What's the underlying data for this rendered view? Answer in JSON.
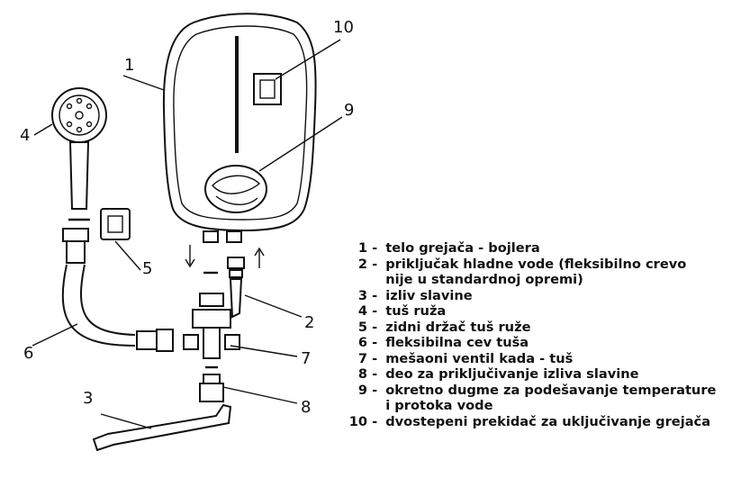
{
  "callouts": [
    "1",
    "2",
    "3",
    "4",
    "5",
    "6",
    "7",
    "8",
    "9",
    "10"
  ],
  "legend": [
    {
      "num": "1",
      "sep": " - ",
      "text": "telo grejača - bojlera"
    },
    {
      "num": "2",
      "sep": " - ",
      "text": "priključak hladne vode (fleksibilno crevo\nnije u standardnoj opremi)"
    },
    {
      "num": "3",
      "sep": " - ",
      "text": "izliv slavine"
    },
    {
      "num": "4",
      "sep": " - ",
      "text": "tuš ruža"
    },
    {
      "num": "5",
      "sep": " - ",
      "text": "zidni držač tuš ruže"
    },
    {
      "num": "6",
      "sep": " - ",
      "text": "fleksibilna cev tuša"
    },
    {
      "num": "7",
      "sep": " - ",
      "text": "mešaoni ventil kada - tuš"
    },
    {
      "num": "8",
      "sep": " - ",
      "text": "deo za priključivanje izliva slavine"
    },
    {
      "num": "9",
      "sep": " - ",
      "text": "okretno dugme za podešavanje temperature\ni protoka vode"
    },
    {
      "num": "10",
      "sep": " - ",
      "text": "dvostepeni prekidač za uključivanje grejača"
    }
  ]
}
